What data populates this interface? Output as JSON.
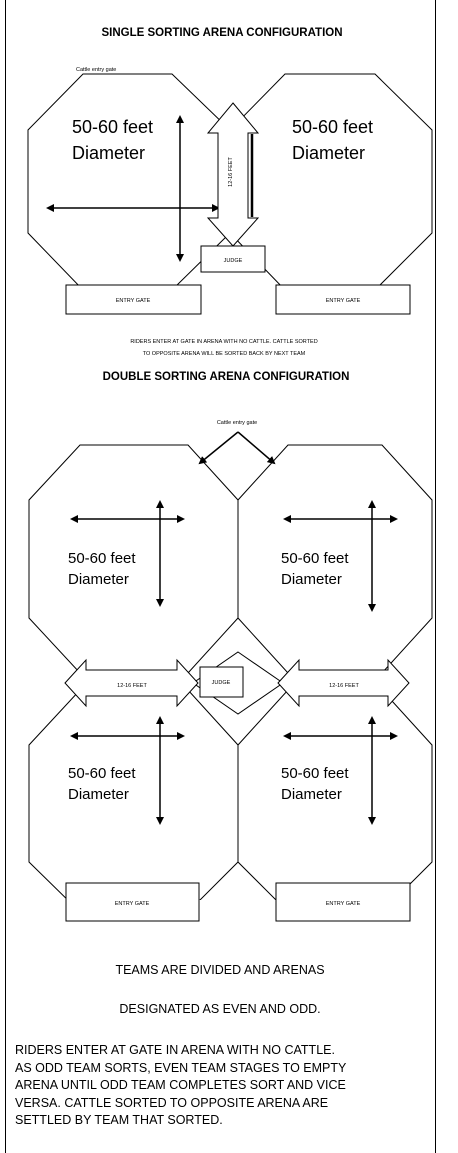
{
  "single": {
    "title": "SINGLE SORTING ARENA CONFIGURATION",
    "cattle_gate": "Cattle entry gate",
    "size_label_1": "50-60 feet",
    "diameter_1": "Diameter",
    "size_label_2": "50-60 feet",
    "diameter_2": "Diameter",
    "gap_label": "12-16 FEET",
    "judge": "JUDGE",
    "entry_left": "ENTRY GATE",
    "entry_right": "ENTRY GATE",
    "note_line1": "RIDERS ENTER AT GATE IN ARENA WITH NO CATTLE. CATTLE SORTED",
    "note_line2": "TO OPPOSITE ARENA WILL BE SORTED BACK BY NEXT TEAM"
  },
  "double": {
    "title": "DOUBLE SORTING ARENA CONFIGURATION",
    "cattle_gate": "Cattle entry gate",
    "size_tl": "50-60 feet",
    "diam_tl": "Diameter",
    "size_tr": "50-60 feet",
    "diam_tr": "Diameter",
    "size_bl": "50-60 feet",
    "diam_bl": "Diameter",
    "size_br": "50-60 feet",
    "diam_br": "Diameter",
    "gap_left": "12-16 FEET",
    "gap_right": "12-16 FEET",
    "judge": "JUDGE",
    "entry_left": "ENTRY GATE",
    "entry_right": "ENTRY GATE"
  },
  "footer": {
    "line1": "TEAMS ARE DIVIDED AND ARENAS",
    "line2": "DESIGNATED AS EVEN AND ODD.",
    "p1": "RIDERS ENTER AT GATE IN ARENA WITH NO CATTLE.",
    "p2": "AS ODD TEAM SORTS, EVEN TEAM STAGES TO EMPTY",
    "p3": "ARENA UNTIL ODD TEAM COMPLETES SORT AND VICE",
    "p4": "VERSA. CATTLE SORTED TO OPPOSITE ARENA ARE",
    "p5": "SETTLED BY TEAM THAT SORTED."
  }
}
